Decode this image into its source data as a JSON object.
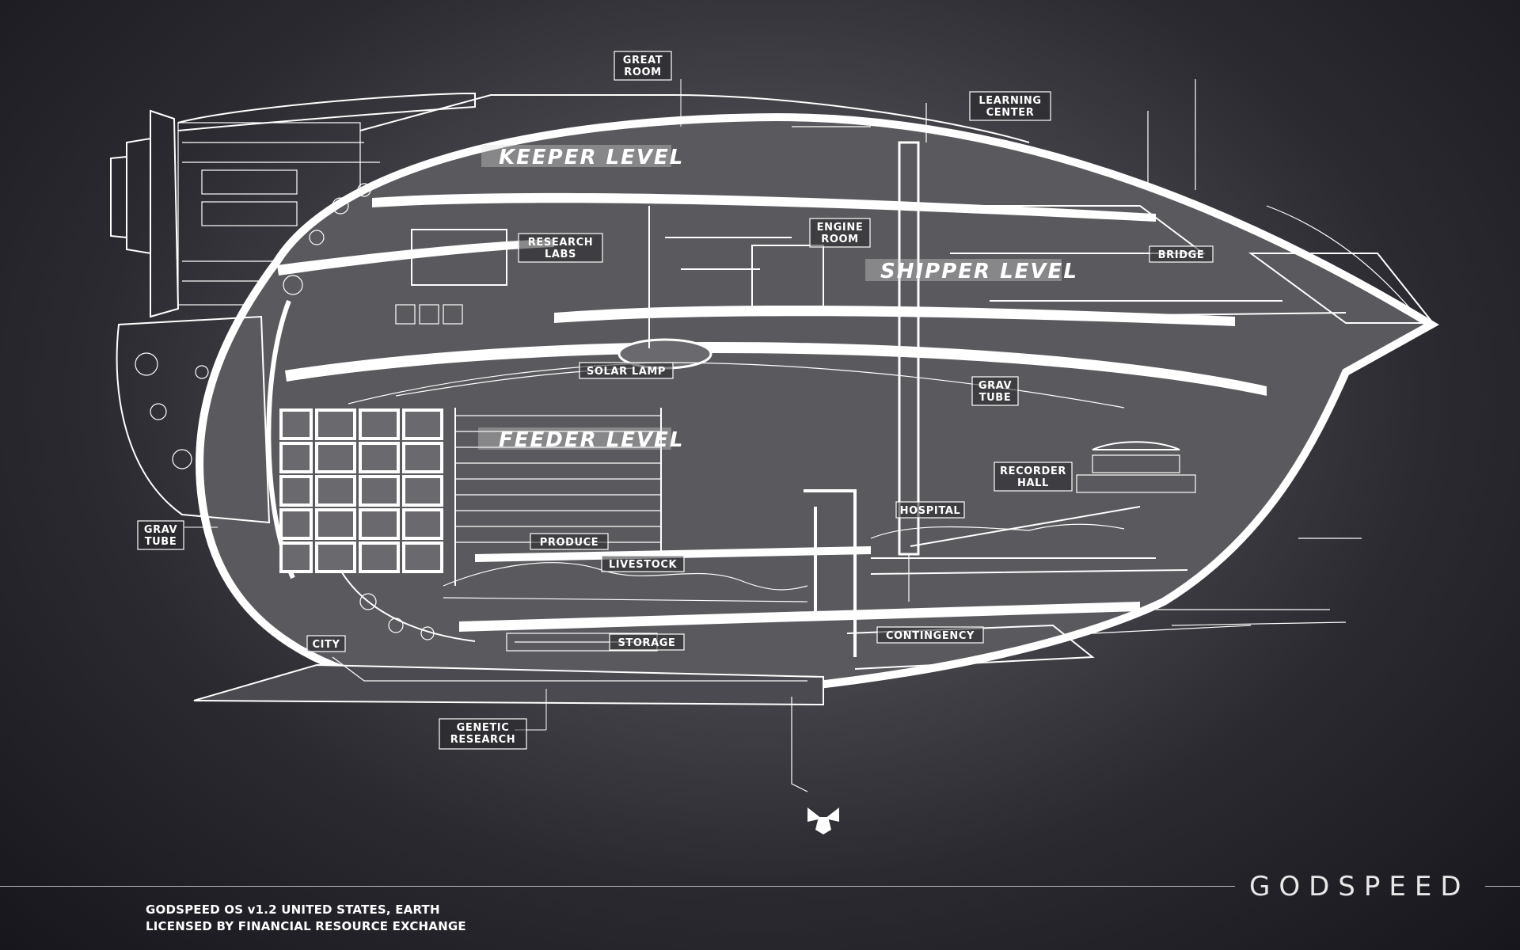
{
  "levels": {
    "keeper": "KEEPER LEVEL",
    "shipper": "SHIPPER LEVEL",
    "feeder": "FEEDER LEVEL"
  },
  "labels": {
    "great_room": [
      "GREAT",
      "ROOM"
    ],
    "learning_center": [
      "LEARNING",
      "CENTER"
    ],
    "research_labs": [
      "RESEARCH",
      "LABS"
    ],
    "engine_room": [
      "ENGINE",
      "ROOM"
    ],
    "bridge": [
      "BRIDGE"
    ],
    "solar_lamp": [
      "SOLAR LAMP"
    ],
    "grav_tube_mid": [
      "GRAV",
      "TUBE"
    ],
    "recorder_hall": [
      "RECORDER",
      "HALL"
    ],
    "hospital": [
      "HOSPITAL"
    ],
    "grav_tube_left": [
      "GRAV",
      "TUBE"
    ],
    "produce": [
      "PRODUCE"
    ],
    "livestock": [
      "LIVESTOCK"
    ],
    "city": [
      "CITY"
    ],
    "storage": [
      "STORAGE"
    ],
    "contingency": [
      "CONTINGENCY"
    ],
    "genetic_research": [
      "GENETIC",
      "RESEARCH"
    ]
  },
  "footer": {
    "line1": "GODSPEED OS v1.2 UNITED STATES, EARTH",
    "line2": "LICENSED BY FINANCIAL RESOURCE EXCHANGE"
  },
  "brand": "GODSPEED",
  "icons": {
    "emblem": "winged-emblem-icon"
  },
  "colors": {
    "background_dark": "#16161c",
    "background_light": "#6a6a6e",
    "line": "#ffffff",
    "hull_fill": "#5a5a5e"
  }
}
